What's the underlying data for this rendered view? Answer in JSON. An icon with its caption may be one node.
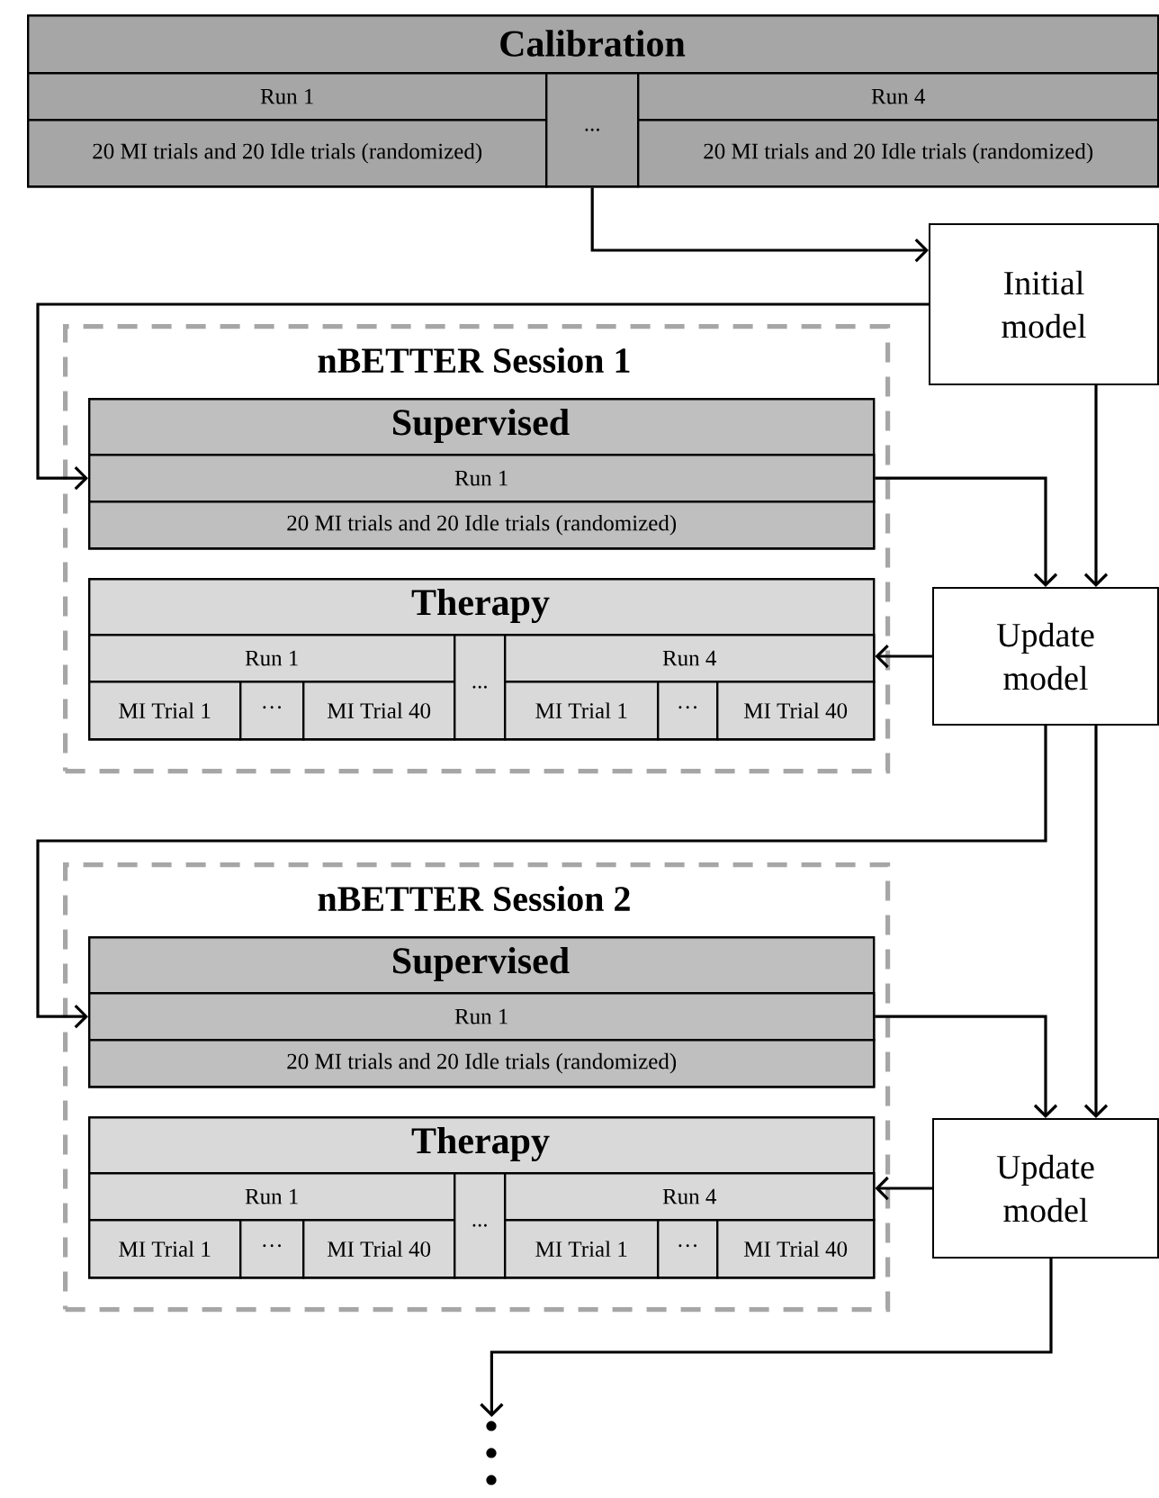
{
  "diagram": {
    "nodes": [
      {
        "text": [
          "Calibration"
        ]
      },
      {
        "text": [
          "Run 1"
        ],
        "in": 0
      },
      {
        "text": [
          "20 MI trials and 20 Idle trials (randomized)"
        ],
        "in": 0
      },
      {
        "text": [
          "..."
        ],
        "in": 0
      },
      {
        "text": [
          "Run 4"
        ],
        "in": 0
      },
      {
        "text": [
          "20 MI trials and 20 Idle trials (randomized)"
        ],
        "in": 0
      },
      {
        "text": [
          "Initial model"
        ]
      },
      {
        "text": [
          "nBETTER Session 1"
        ]
      },
      {
        "text": [
          "Supervised"
        ],
        "in": 7
      },
      {
        "text": [
          "Run 1"
        ],
        "in": 8
      },
      {
        "text": [
          "20 MI trials and 20 Idle trials (randomized)"
        ],
        "in": 8
      },
      {
        "text": [
          "Therapy"
        ],
        "in": 7
      },
      {
        "text": [
          "Run 1"
        ],
        "in": 11
      },
      {
        "text": [
          "MI Trial 1"
        ],
        "in": 11
      },
      {
        "text": [
          "···"
        ],
        "in": 11
      },
      {
        "text": [
          "MI Trial 40"
        ],
        "in": 11
      },
      {
        "text": [
          "..."
        ],
        "in": 11
      },
      {
        "text": [
          "Run 4"
        ],
        "in": 11
      },
      {
        "text": [
          "MI Trial 1"
        ],
        "in": 11
      },
      {
        "text": [
          "···"
        ],
        "in": 11
      },
      {
        "text": [
          "MI Trial 40"
        ],
        "in": 11
      },
      {
        "text": [
          "Update model"
        ]
      },
      {
        "text": [
          "nBETTER Session 2"
        ]
      },
      {
        "text": [
          "Supervised"
        ],
        "in": 22
      },
      {
        "text": [
          "Run 1"
        ],
        "in": 23
      },
      {
        "text": [
          "20 MI trials and 20 Idle trials (randomized)"
        ],
        "in": 23
      },
      {
        "text": [
          "Therapy"
        ],
        "in": 22
      },
      {
        "text": [
          "Run 1"
        ],
        "in": 26
      },
      {
        "text": [
          "MI Trial 1"
        ],
        "in": 26
      },
      {
        "text": [
          "···"
        ],
        "in": 26
      },
      {
        "text": [
          "MI Trial 40"
        ],
        "in": 26
      },
      {
        "text": [
          "..."
        ],
        "in": 26
      },
      {
        "text": [
          "Run 4"
        ],
        "in": 26
      },
      {
        "text": [
          "MI Trial 1"
        ],
        "in": 26
      },
      {
        "text": [
          "···"
        ],
        "in": 26
      },
      {
        "text": [
          "MI Trial 40"
        ],
        "in": 26
      },
      {
        "text": [
          "Update model"
        ]
      },
      {
        "text": [],
        "shape": "dots"
      }
    ],
    "edges": [
      {
        "from": 3,
        "to": 6,
        "arrow": "to"
      },
      {
        "from": 6,
        "to": 9,
        "arrow": "to"
      },
      {
        "from": 9,
        "to": 21,
        "arrow": "to"
      },
      {
        "from": 6,
        "to": 21,
        "arrow": "to"
      },
      {
        "from": 21,
        "to": 17,
        "arrow": "to"
      },
      {
        "from": 21,
        "to": 24,
        "arrow": "to"
      },
      {
        "from": 21,
        "to": 36,
        "arrow": "to"
      },
      {
        "from": 24,
        "to": 36,
        "arrow": "to"
      },
      {
        "from": 36,
        "to": 32,
        "arrow": "to"
      },
      {
        "from": 36,
        "to": 37,
        "arrow": "to"
      }
    ]
  }
}
